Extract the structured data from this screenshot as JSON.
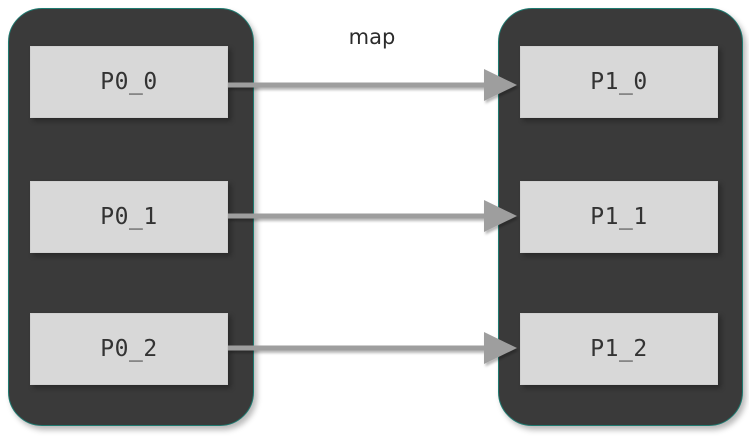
{
  "diagram": {
    "title": "map",
    "type": "mapping-diagram",
    "background_color": "#ffffff",
    "edge_label": "map",
    "groups": [
      {
        "id": "group-left",
        "name": "left-process-group",
        "fill_color": "#3a3a3a",
        "border_color": "#1f7a70",
        "nodes": [
          {
            "label": "P0_0"
          },
          {
            "label": "P0_1"
          },
          {
            "label": "P0_2"
          }
        ]
      },
      {
        "id": "group-right",
        "name": "right-process-group",
        "fill_color": "#3a3a3a",
        "border_color": "#1f7a70",
        "nodes": [
          {
            "label": "P1_0"
          },
          {
            "label": "P1_1"
          },
          {
            "label": "P1_2"
          }
        ]
      }
    ],
    "node_style": {
      "fill_color": "#d8d8d8",
      "text_color": "#333333"
    },
    "edges": [
      {
        "from": "P0_0",
        "to": "P1_0",
        "color": "#9e9e9e",
        "label": "map"
      },
      {
        "from": "P0_1",
        "to": "P1_1",
        "color": "#9e9e9e",
        "label": ""
      },
      {
        "from": "P0_2",
        "to": "P1_2",
        "color": "#9e9e9e",
        "label": ""
      }
    ],
    "arrow_color": "#9e9e9e"
  }
}
